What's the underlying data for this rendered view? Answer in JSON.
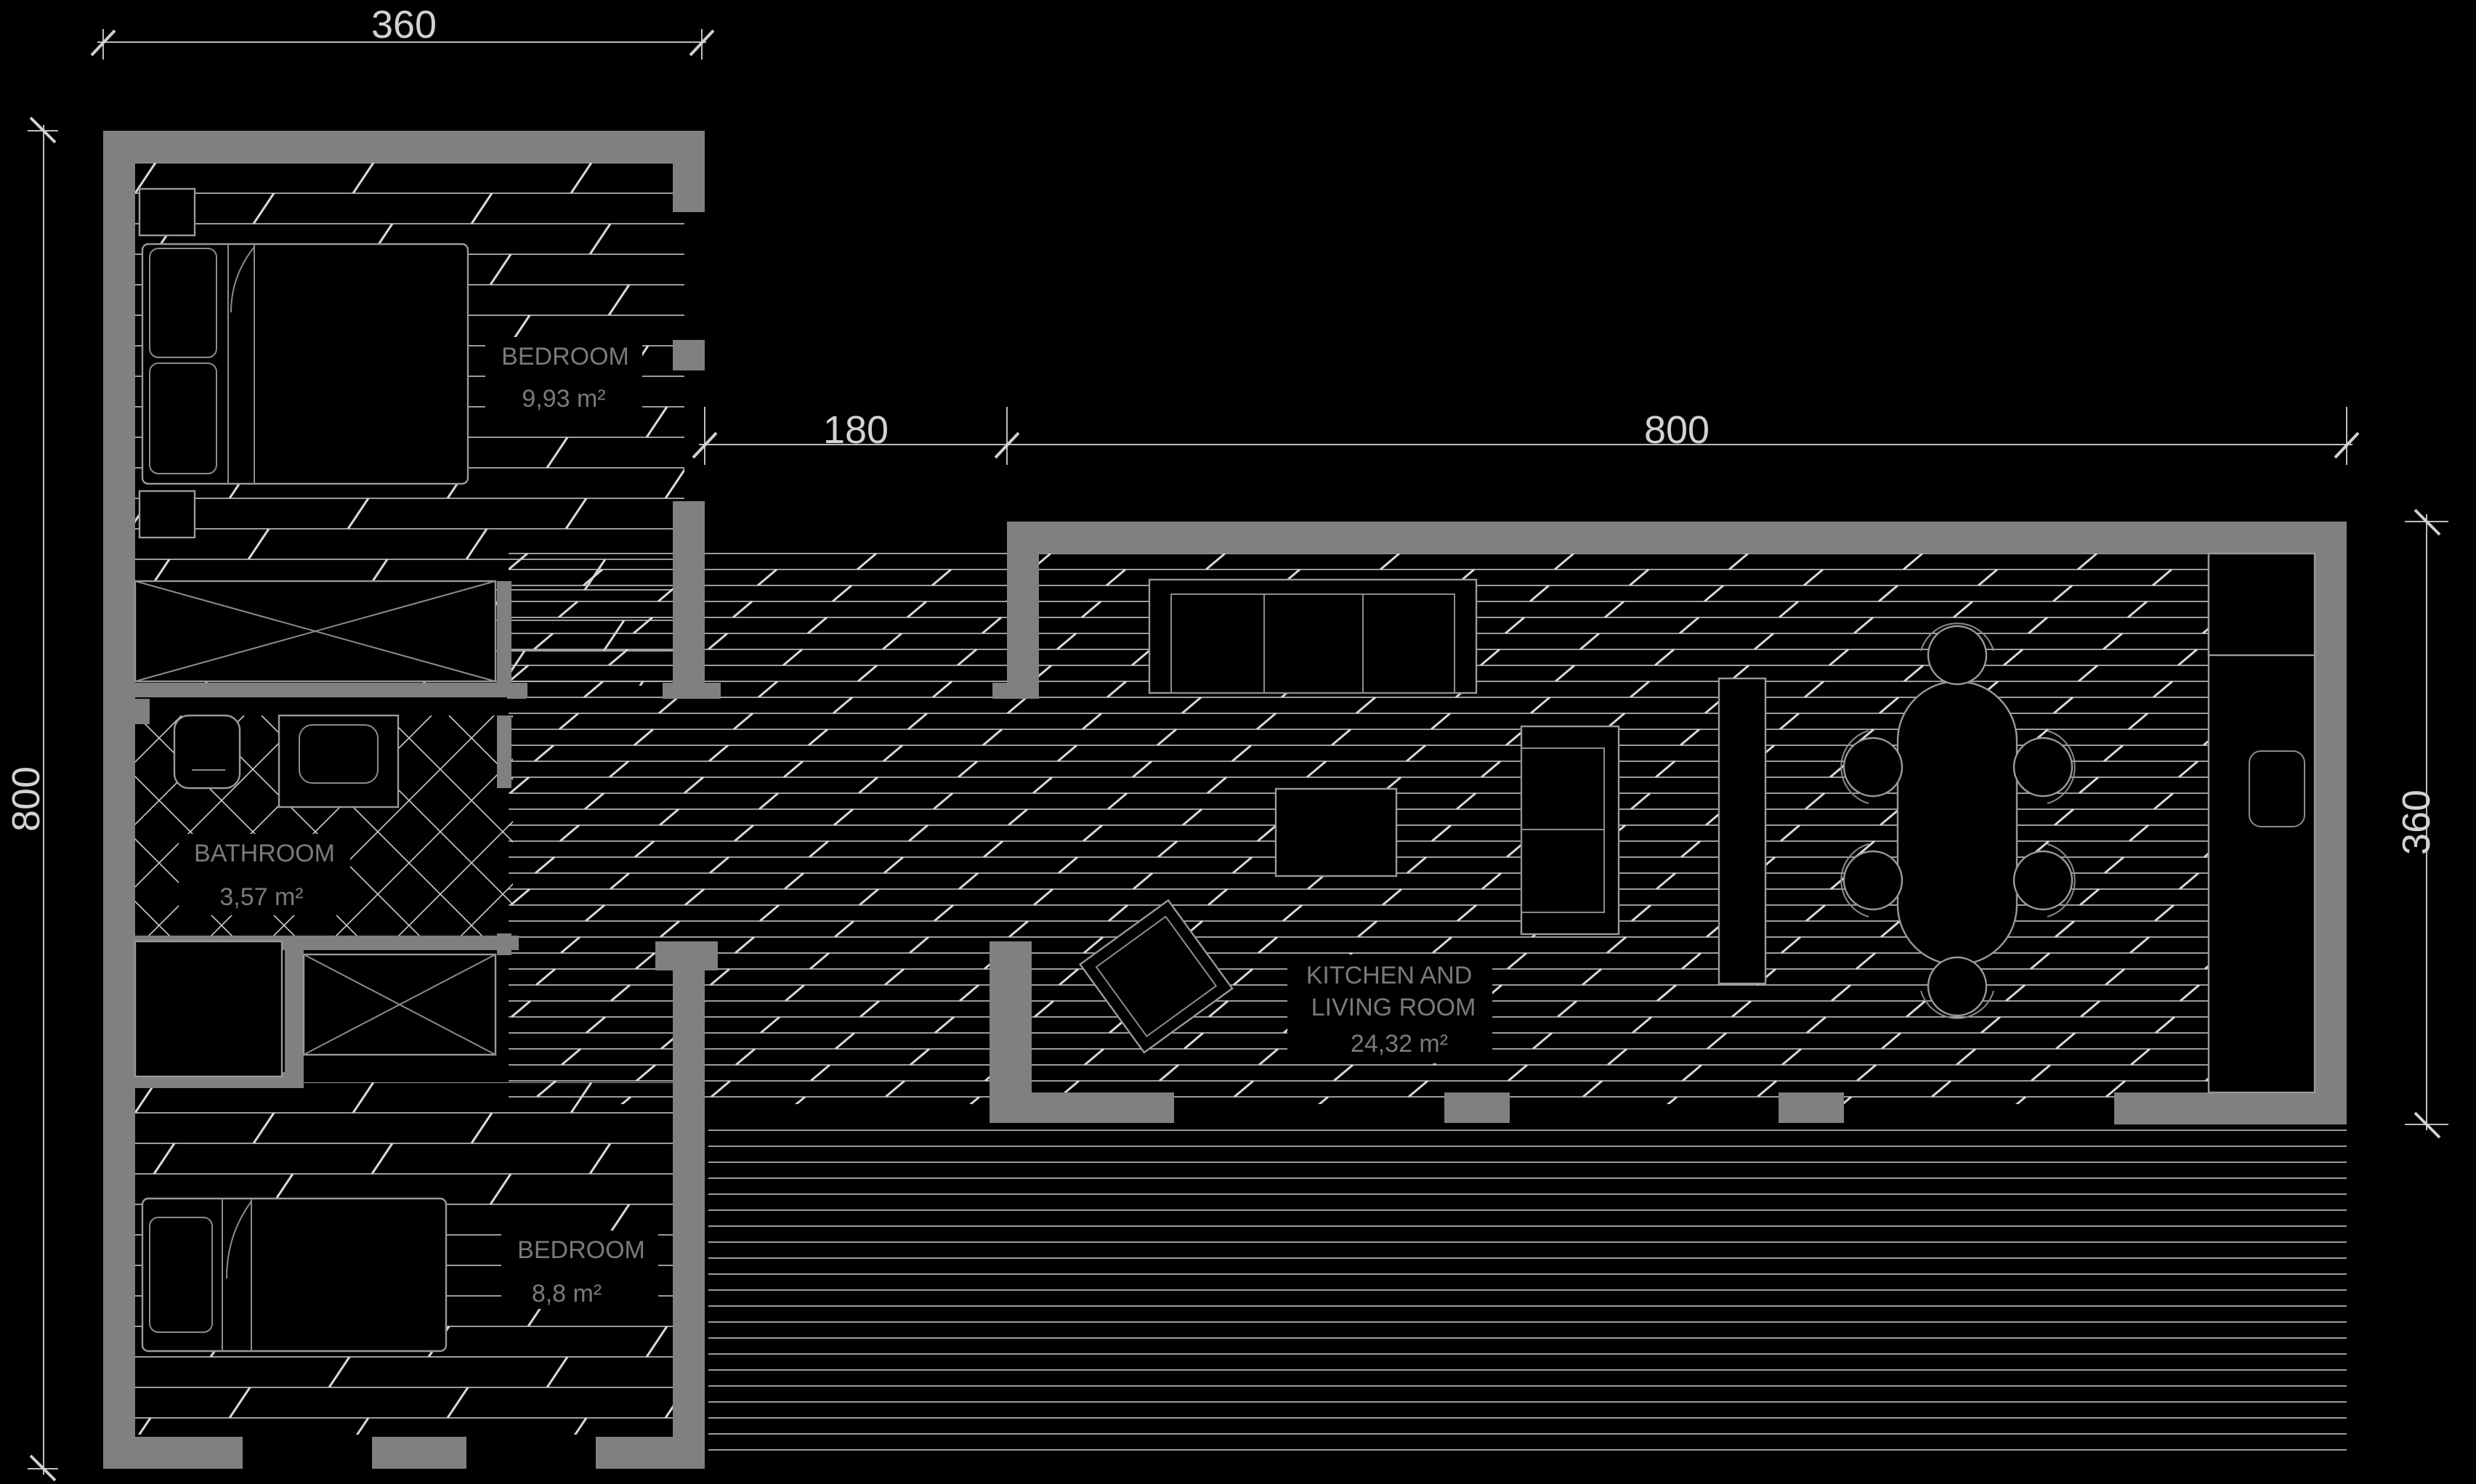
{
  "dimensions": {
    "top_left_width": "360",
    "corridor_width": "180",
    "living_width": "800",
    "left_height": "800",
    "right_height": "360"
  },
  "rooms": [
    {
      "id": "bedroom-1",
      "name": "BEDROOM",
      "area": "9,93 m²"
    },
    {
      "id": "bathroom",
      "name": "BATHROOM",
      "area": "3,57 m²"
    },
    {
      "id": "bedroom-2",
      "name": "BEDROOM",
      "area": "8,8 m²"
    },
    {
      "id": "kitchen-living",
      "name_line1": "KITCHEN AND",
      "name_line2": "LIVING ROOM",
      "area": "24,32 m²"
    }
  ],
  "colors": {
    "background": "#000000",
    "wall": "#808080",
    "hatch": "#cfcfcf",
    "label": "#7a7a7a",
    "dimension": "#d2d2d2"
  }
}
